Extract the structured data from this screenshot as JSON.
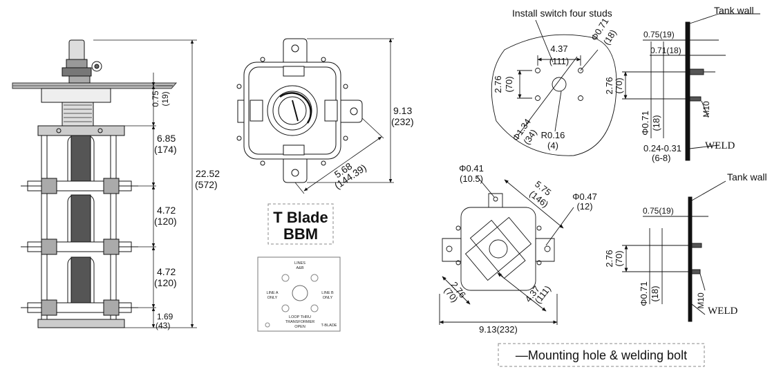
{
  "side_view": {
    "dim_top": "0.75",
    "dim_top_mm": "(19)",
    "dim_a": "6.85",
    "dim_a_mm": "(174)",
    "dim_b": "4.72",
    "dim_b_mm": "(120)",
    "dim_c": "4.72",
    "dim_c_mm": "(120)",
    "dim_d": "1.69",
    "dim_d_mm": "(43)",
    "overall": "22.52",
    "overall_mm": "(572)"
  },
  "top_view": {
    "height": "9.13",
    "height_mm": "(232)",
    "diag": "5.68",
    "diag_mm": "(144.39)",
    "label_line1": "T Blade",
    "label_line2": "BBM"
  },
  "nameplate": {
    "lines_ab": "LINES",
    "lines_ab2": "A&B",
    "line_a": "LINE A",
    "line_a2": "ONLY",
    "line_b": "LINE B",
    "line_b2": "ONLY",
    "loop1": "LOOP THRU",
    "loop2": "TRANSFORMER",
    "loop3": "OPEN",
    "tblade": "T-BLADE"
  },
  "studs": {
    "title": "Install switch four studs",
    "w": "4.37",
    "w_mm": "(111)",
    "h": "2.76",
    "h_mm": "(70)",
    "phi": "Φ0.71",
    "phi_mm": "(18)",
    "center": "Φ1.34",
    "center_mm": "(34)",
    "r": "R0.16",
    "r_mm": "(4)"
  },
  "tank_top": {
    "title": "Tank wall",
    "d1": "0.75(19)",
    "d2": "0.71(18)",
    "h": "2.76",
    "h_mm": "(70)",
    "phi": "Φ0.71",
    "phi_mm": "(18)",
    "gap": "0.24-0.31",
    "gap_mm": "(6-8)",
    "thread": "M10",
    "weld": "WELD"
  },
  "rotated": {
    "hole": "Φ0.41",
    "hole_mm": "(10.5)",
    "diag": "5.75",
    "diag_mm": "(146)",
    "phi": "Φ0.47",
    "phi_mm": "(12)",
    "d1": "2.76",
    "d1_mm": "(70)",
    "d2": "4.37",
    "d2_mm": "(111)",
    "width": "9.13(232)"
  },
  "tank_bottom": {
    "title": "Tank wall",
    "d1": "0.75(19)",
    "h": "2.76",
    "h_mm": "(70)",
    "phi": "Φ0.71",
    "phi_mm": "(18)",
    "thread": "M10",
    "weld": "WELD"
  },
  "caption": "—Mounting hole & welding bolt"
}
